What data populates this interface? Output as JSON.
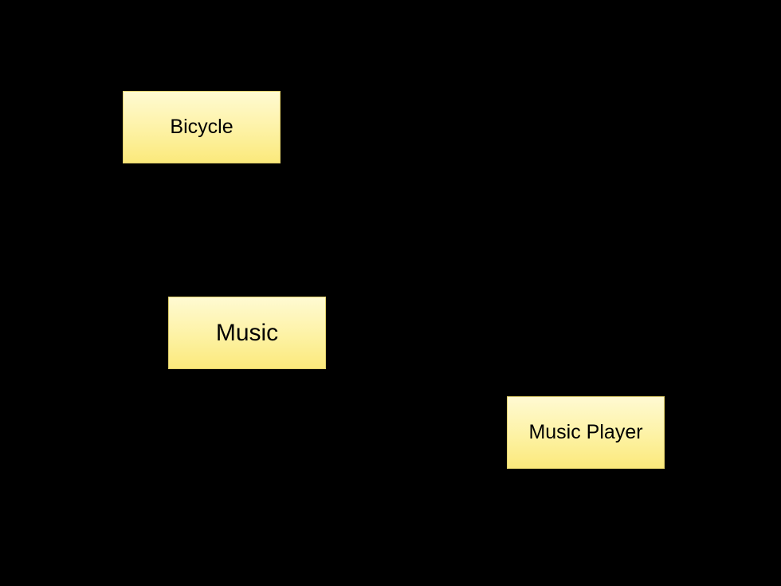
{
  "diagram": {
    "background_color": "#000000",
    "node_fill_color": "#fdf2a4",
    "nodes": [
      {
        "id": "bicycle",
        "label": "Bicycle"
      },
      {
        "id": "music",
        "label": "Music"
      },
      {
        "id": "music_player",
        "label": "Music Player"
      }
    ]
  }
}
